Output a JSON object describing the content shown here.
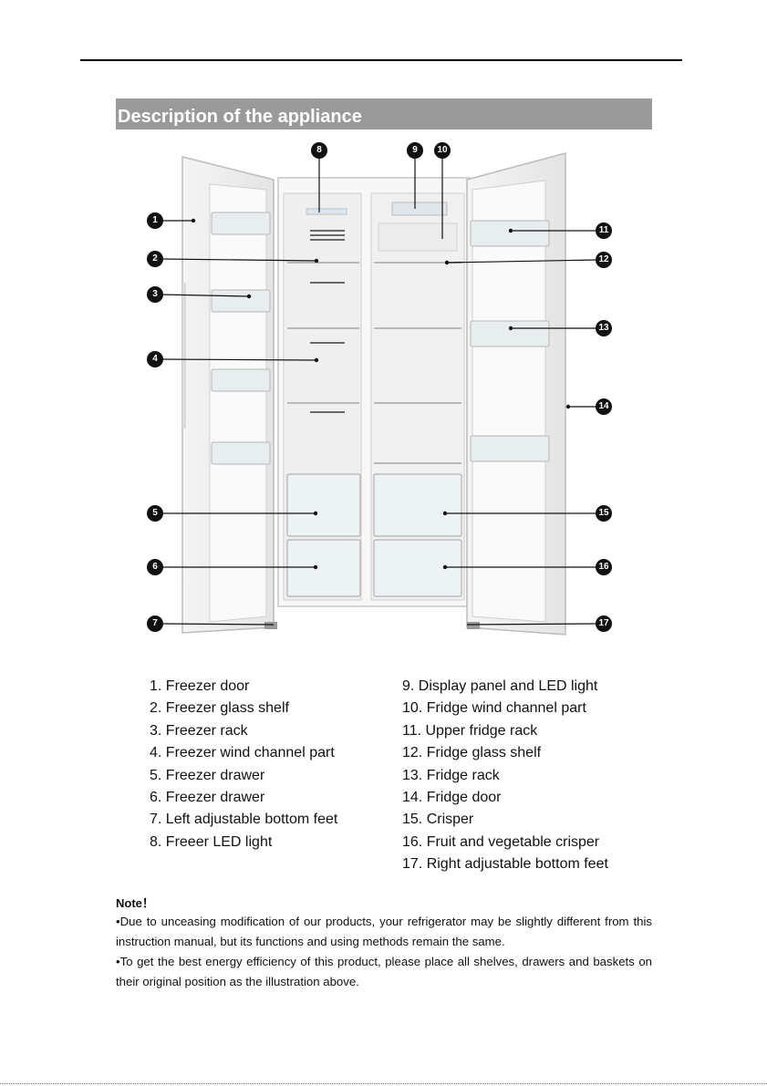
{
  "section": {
    "title": "Description of the appliance"
  },
  "diagram": {
    "callouts": [
      "1",
      "2",
      "3",
      "4",
      "5",
      "6",
      "7",
      "8",
      "9",
      "10",
      "11",
      "12",
      "13",
      "14",
      "15",
      "16",
      "17"
    ]
  },
  "parts_left": [
    "1. Freezer door",
    "2. Freezer glass shelf",
    "3. Freezer rack",
    "4. Freezer wind channel part",
    "5. Freezer drawer",
    "6. Freezer drawer",
    "7. Left adjustable bottom feet",
    "8. Freeer LED light"
  ],
  "parts_right": [
    "9. Display panel and LED light",
    "10. Fridge wind channel part",
    "11. Upper fridge rack",
    "12. Fridge glass shelf",
    "13. Fridge rack",
    "14. Fridge door",
    "15. Crisper",
    "16. Fruit and vegetable crisper",
    "17. Right adjustable bottom feet"
  ],
  "note": {
    "title": "Note！",
    "items": [
      "•Due to unceasing modification of our products, your refrigerator may be slightly different from this instruction manual, but its functions and using methods remain the same.",
      "•To get the best energy efficiency of this product, please place all shelves, drawers and baskets on their original position as the illustration above."
    ]
  }
}
